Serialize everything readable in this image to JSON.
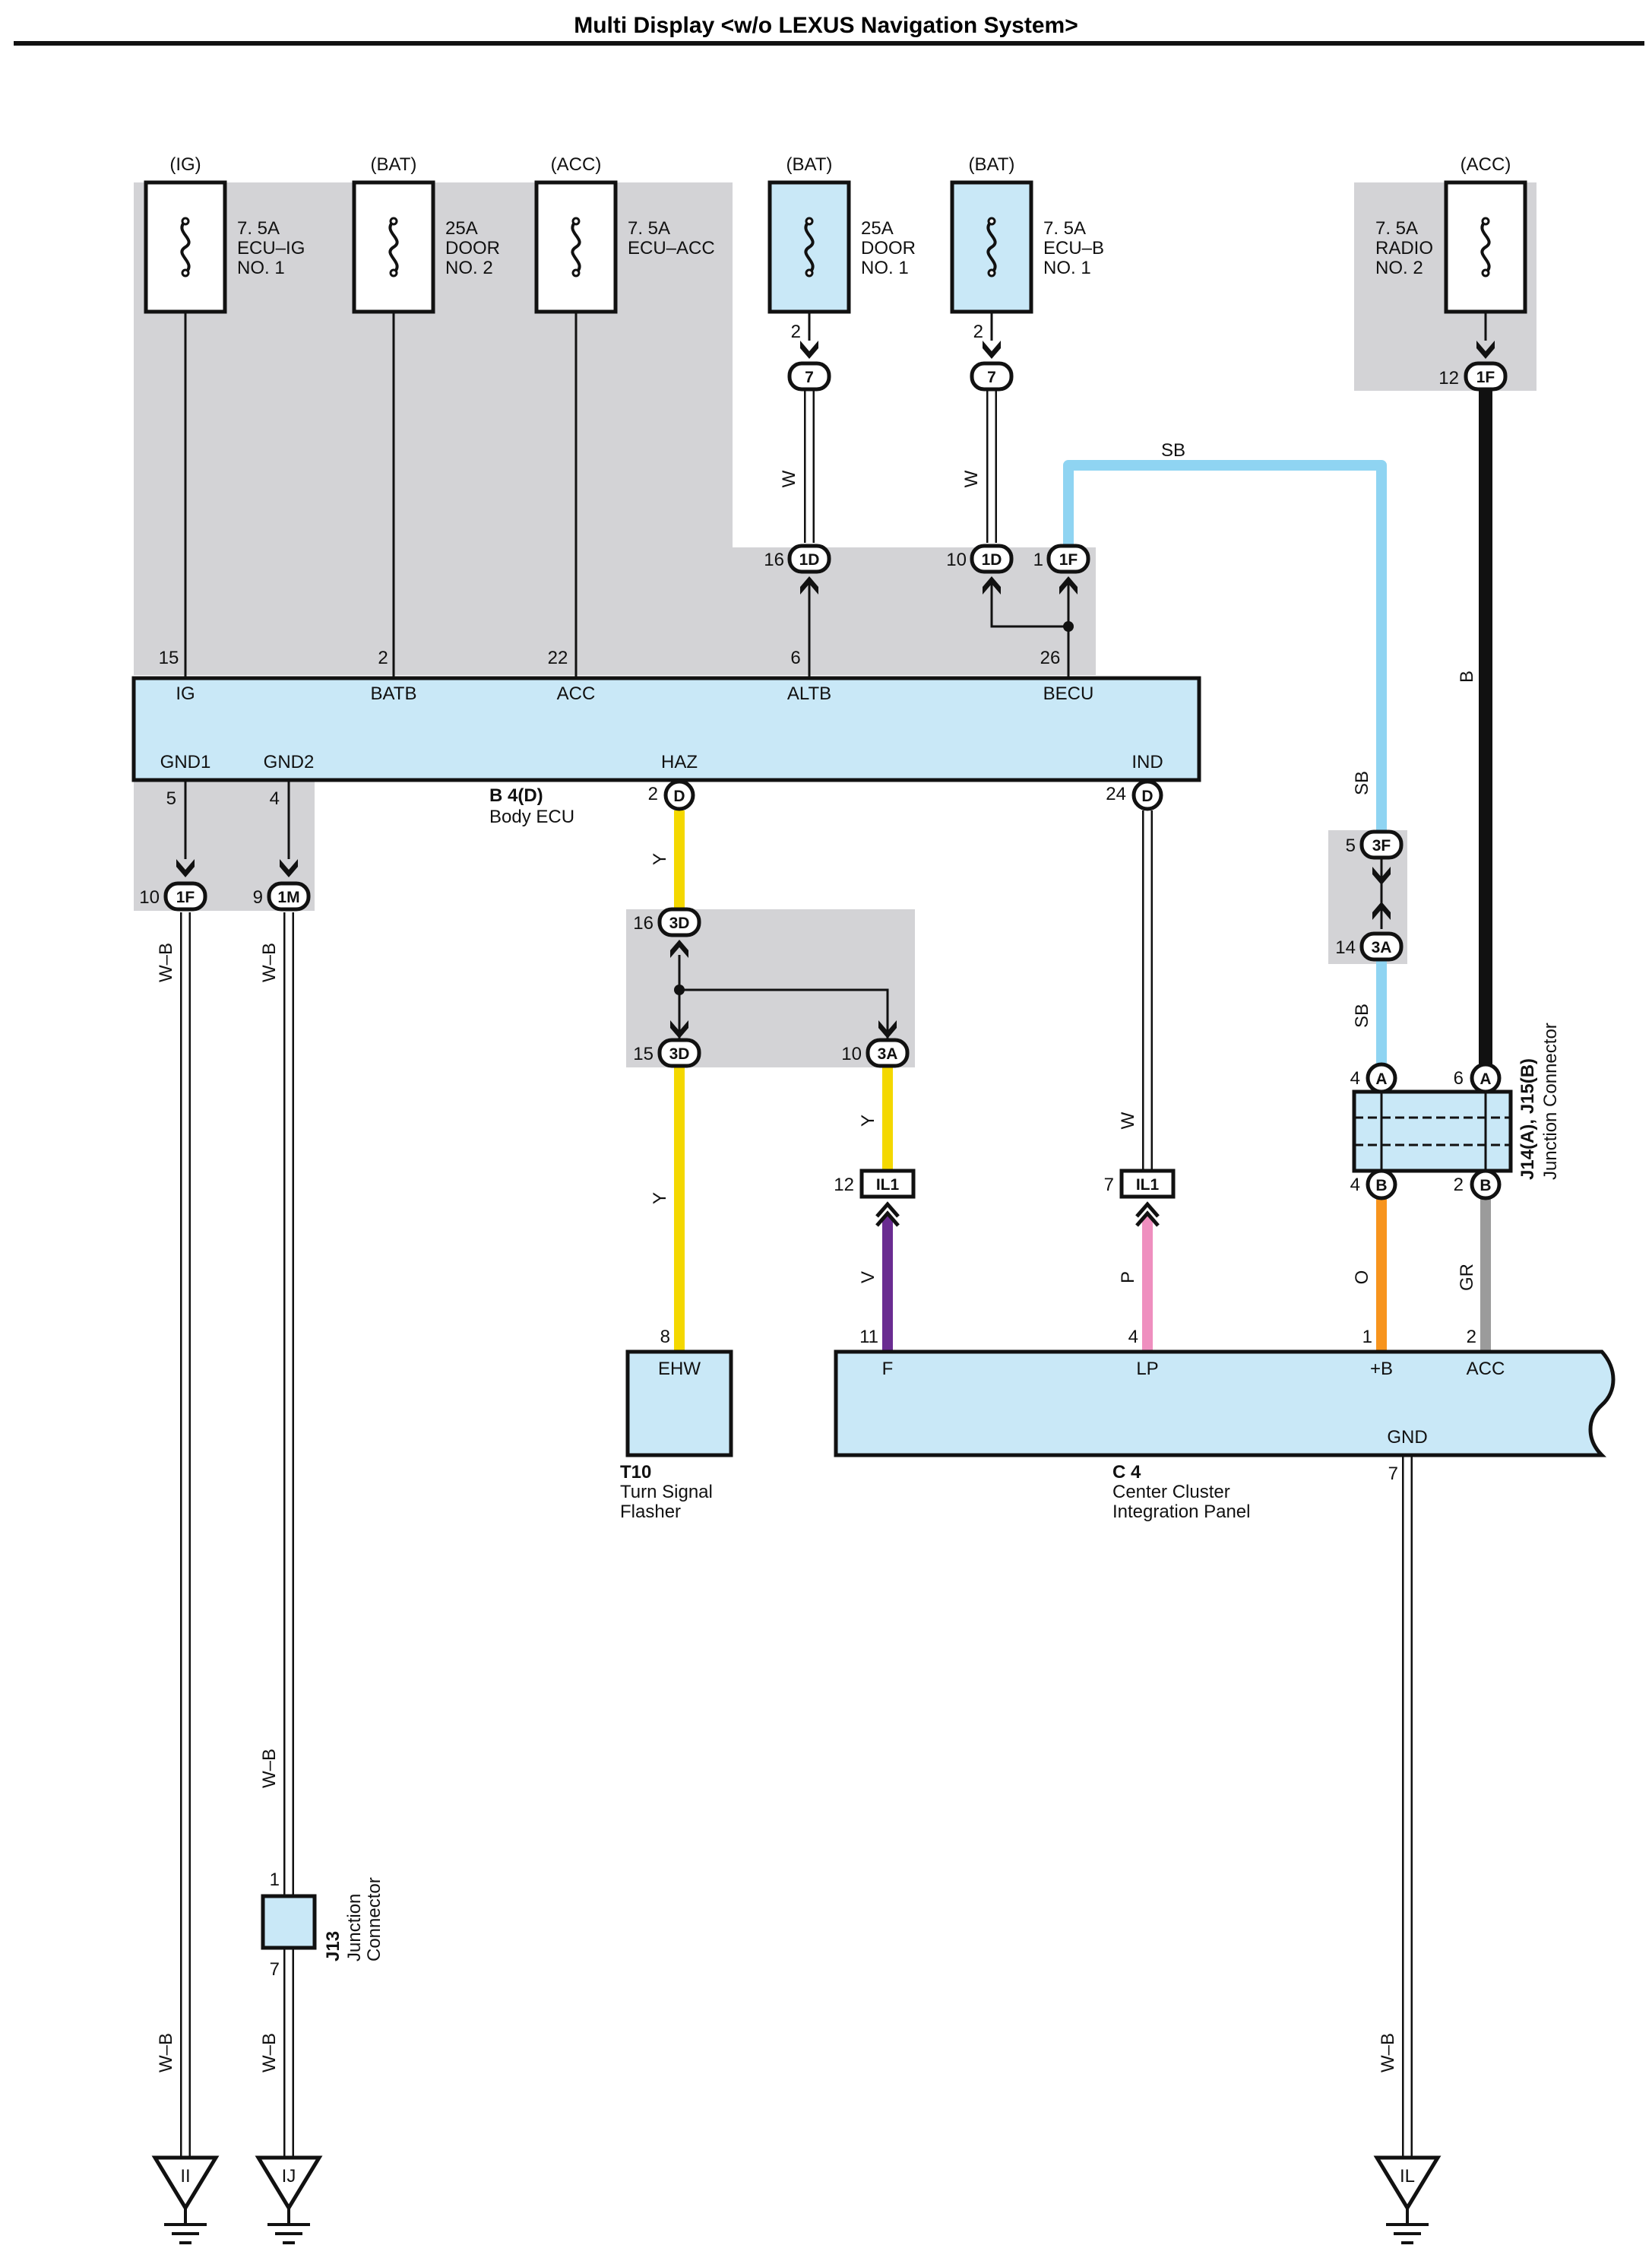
{
  "title": "Multi Display <w/o LEXUS Navigation System>",
  "colors": {
    "component_fill": "#c9e8f7",
    "ground_box": "#d3d3d6",
    "wire_SB": "#8fd4f2",
    "wire_Y": "#f4d800",
    "wire_V": "#6a2c91",
    "wire_P": "#ef8fbf",
    "wire_O": "#f7941d",
    "wire_GR": "#9b9b9b",
    "wire_B": "#111111",
    "wire_W": "#ffffff",
    "wire_WB": "#ffffff"
  },
  "fuses": {
    "ig": {
      "source": "(IG)",
      "label": [
        "7. 5A",
        "ECU–IG",
        "NO. 1"
      ]
    },
    "bat1": {
      "source": "(BAT)",
      "label": [
        "25A",
        "DOOR",
        "NO. 2"
      ]
    },
    "acc1": {
      "source": "(ACC)",
      "label": [
        "7. 5A",
        "ECU–ACC"
      ]
    },
    "bat2": {
      "source": "(BAT)",
      "label": [
        "25A",
        "DOOR",
        "NO. 1"
      ]
    },
    "bat3": {
      "source": "(BAT)",
      "label": [
        "7. 5A",
        "ECU–B",
        "NO. 1"
      ]
    },
    "acc2": {
      "source": "(ACC)",
      "label": [
        "7. 5A",
        "RADIO",
        "NO. 2"
      ]
    }
  },
  "body_ecu": {
    "code": "B 4(D)",
    "name": "Body ECU",
    "top_pins": [
      {
        "num": "15",
        "name": "IG"
      },
      {
        "num": "2",
        "name": "BATB"
      },
      {
        "num": "22",
        "name": "ACC"
      },
      {
        "num": "6",
        "name": "ALTB"
      },
      {
        "num": "26",
        "name": "BECU"
      }
    ],
    "bottom_pins": [
      {
        "num": "5",
        "name": "GND1"
      },
      {
        "num": "4",
        "name": "GND2"
      },
      {
        "num": "2",
        "name": "HAZ"
      },
      {
        "num": "24",
        "name": "IND"
      }
    ]
  },
  "connectors": {
    "c7a": {
      "pin": "2",
      "id": "7"
    },
    "c7b": {
      "pin": "2",
      "id": "7"
    },
    "c1f_top": {
      "pin": "12",
      "id": "1F"
    },
    "c1d_a": {
      "pin": "16",
      "id": "1D"
    },
    "c1d_b": {
      "pin": "10",
      "id": "1D"
    },
    "c1f_ecu": {
      "pin": "1",
      "id": "1F"
    },
    "c1f_gnd": {
      "pin": "10",
      "id": "1F"
    },
    "c1m_gnd": {
      "pin": "9",
      "id": "1M"
    },
    "c3d_a": {
      "pin": "16",
      "id": "3D"
    },
    "c3d_b": {
      "pin": "15",
      "id": "3D"
    },
    "c3a_a": {
      "pin": "10",
      "id": "3A"
    },
    "c3f": {
      "pin": "5",
      "id": "3F"
    },
    "c3a_b": {
      "pin": "14",
      "id": "3A"
    },
    "il1_a": {
      "pin": "12",
      "id": "IL1"
    },
    "il1_b": {
      "pin": "7",
      "id": "IL1"
    },
    "ecu_haz": {
      "pin": "2",
      "id": "D"
    },
    "ecu_ind": {
      "pin": "24",
      "id": "D"
    },
    "j_a1": {
      "pin": "4",
      "id": "A"
    },
    "j_a2": {
      "pin": "6",
      "id": "A"
    },
    "j_b1": {
      "pin": "4",
      "id": "B"
    },
    "j_b2": {
      "pin": "2",
      "id": "B"
    }
  },
  "wire_labels": {
    "w1": "W",
    "w2": "W",
    "sb_top": "SB",
    "sb1": "SB",
    "sb2": "SB",
    "b": "B",
    "y1": "Y",
    "y2": "Y",
    "y3": "Y",
    "w3": "W",
    "v": "V",
    "p": "P",
    "o": "O",
    "gr": "GR",
    "wb1": "W–B",
    "wb2": "W–B",
    "wb3": "W–B",
    "wb4": "W–B",
    "wb5": "W–B",
    "wb6": "W–B"
  },
  "t10": {
    "code": "T10",
    "name1": "Turn Signal",
    "name2": "Flasher",
    "pin_num": "8",
    "pin_name": "EHW"
  },
  "c4": {
    "code": "C 4",
    "name1": "Center Cluster",
    "name2": "Integration Panel",
    "pins": [
      {
        "num": "11",
        "name": "F"
      },
      {
        "num": "4",
        "name": "LP"
      },
      {
        "num": "1",
        "name": "+B"
      },
      {
        "num": "2",
        "name": "ACC"
      }
    ],
    "gnd_num": "7",
    "gnd_name": "GND"
  },
  "j14": {
    "code": "J14(A), J15(B)",
    "name": "Junction Connector"
  },
  "j13": {
    "code": "J13",
    "name1": "Junction",
    "name2": "Connector",
    "pin_top": "1",
    "pin_bottom": "7"
  },
  "grounds": {
    "g1": "II",
    "g2": "IJ",
    "g3": "IL"
  }
}
